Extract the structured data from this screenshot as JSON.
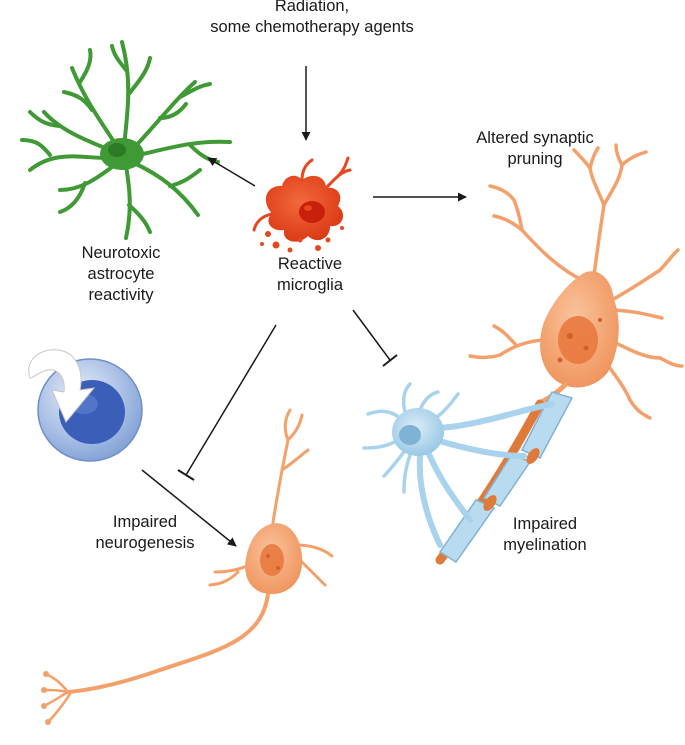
{
  "labels": {
    "trigger": [
      "Radiation,",
      "some chemotherapy agents"
    ],
    "astrocyte": [
      "Neurotoxic",
      "astrocyte",
      "reactivity"
    ],
    "microglia": [
      "Reactive",
      "microglia"
    ],
    "pruning": [
      "Altered synaptic",
      "pruning"
    ],
    "neurogenesis": [
      "Impaired",
      "neurogenesis"
    ],
    "myelination": [
      "Impaired",
      "myelination"
    ]
  },
  "colors": {
    "astrocyte": "#3f9a35",
    "astrocyte_nucleus": "#2d7a25",
    "microglia": "#e8461e",
    "microglia_nucleus": "#c8200a",
    "neuron": "#f4a06a",
    "neuron_dark": "#e07a3a",
    "oligodendrocyte": "#a9d3ec",
    "oligodendrocyte_dark": "#7fb3d5",
    "myelin": "#b8dbef",
    "progenitor": "#8fb0e0",
    "progenitor_nucleus": "#3b5fb8",
    "arrow": "#1a1a1a"
  },
  "relations": [
    {
      "from": "trigger",
      "to": "microglia",
      "type": "activates"
    },
    {
      "from": "microglia",
      "to": "astrocyte",
      "type": "activates"
    },
    {
      "from": "microglia",
      "to": "pruning",
      "type": "activates"
    },
    {
      "from": "microglia",
      "to": "neurogenesis",
      "type": "inhibits"
    },
    {
      "from": "microglia",
      "to": "myelination",
      "type": "inhibits"
    },
    {
      "from": "progenitor",
      "to": "neurogenesis",
      "type": "activates"
    }
  ]
}
